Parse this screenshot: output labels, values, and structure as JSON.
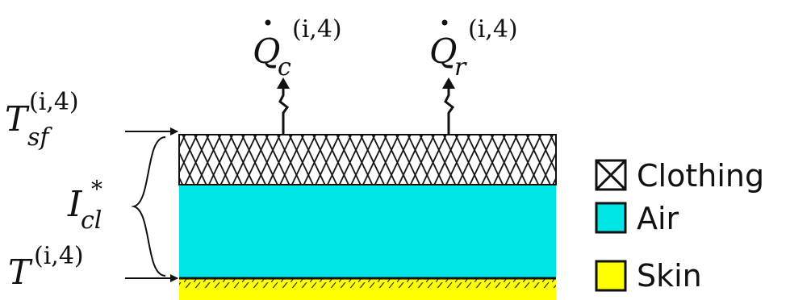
{
  "labels": {
    "q_conv": {
      "base": "Q",
      "sub": "c",
      "sup": "(i,4)"
    },
    "q_rad": {
      "base": "Q",
      "sub": "r",
      "sup": "(i,4)"
    },
    "t_surface": {
      "base": "T",
      "sub": "sf",
      "sup": "(i,4)"
    },
    "t_skin": {
      "base": "T",
      "sup": "(i,4)"
    },
    "insulation": {
      "base": "I",
      "sub": "cl",
      "sup": "*"
    }
  },
  "legend": [
    {
      "label": "Clothing",
      "icon": "crossed-box-icon",
      "color": "#ffffff"
    },
    {
      "label": "Air",
      "color": "#00e5e5"
    },
    {
      "label": "Skin",
      "color": "#ffff00"
    }
  ],
  "colors": {
    "clothing_fill": "#ffffff",
    "air": "#00e5e5",
    "skin": "#ffff00",
    "stroke": "#111111"
  }
}
